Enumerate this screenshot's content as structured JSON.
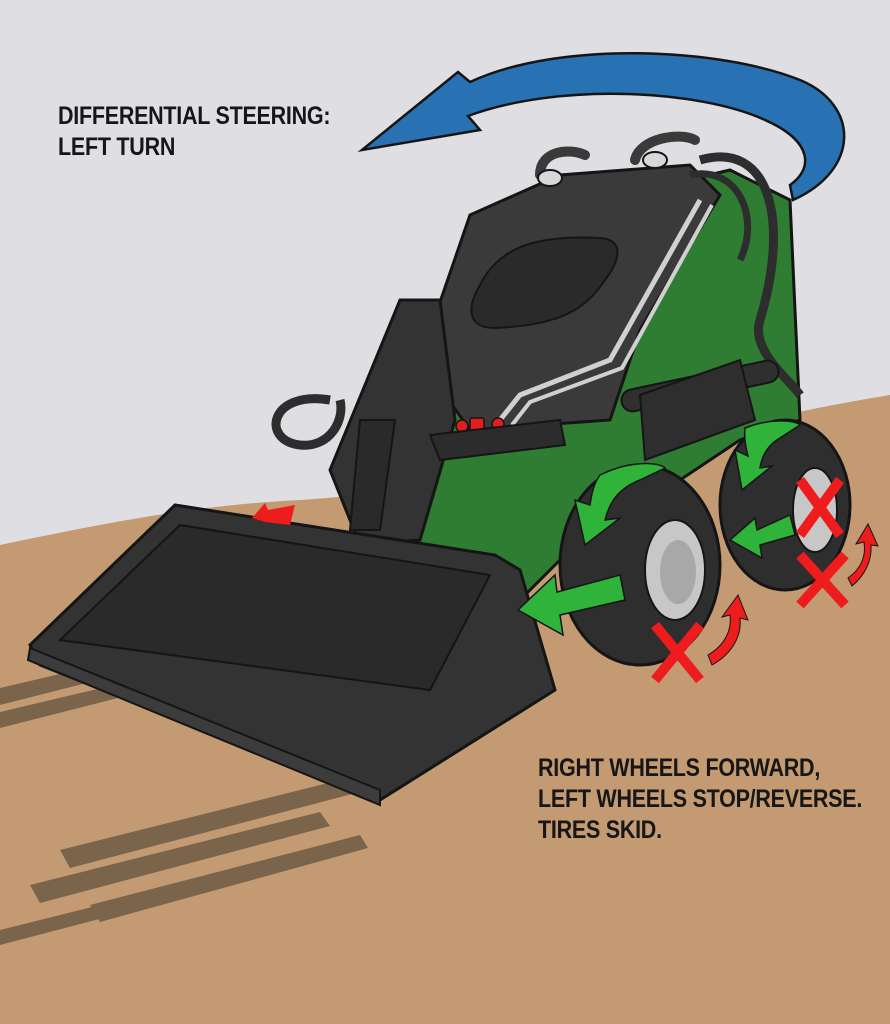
{
  "title": {
    "line1": "DIFFERENTIAL STEERING:",
    "line2": "LEFT TURN"
  },
  "explanation": {
    "line1": "RIGHT WHEELS FORWARD,",
    "line2": "LEFT WHEELS STOP/REVERSE.",
    "line3": "TIRES SKID."
  },
  "indicators": {
    "turn_arrow": {
      "icon": "curved-arrow-left-icon",
      "color": "#2872b4",
      "meaning": "left turn"
    },
    "forward_arrows": {
      "icon": "arrow-icon",
      "color": "#2fb33a",
      "count": 4,
      "meaning": "right wheels forward"
    },
    "skid_marks": {
      "icon": "x-mark-icon",
      "color": "#ee1c1c",
      "count": 3,
      "meaning": "left wheels stop"
    },
    "reverse_arrows": {
      "icon": "curved-arrow-icon",
      "color": "#ee1c1c",
      "count": 3,
      "meaning": "left wheels reverse"
    }
  },
  "colors": {
    "sky": "#dfdfe3",
    "ground": "#c39a72",
    "machine_body": "#2f7d32",
    "machine_dark": "#3a3a3a",
    "track_marks": "#6e5b45",
    "text": "#161616"
  }
}
